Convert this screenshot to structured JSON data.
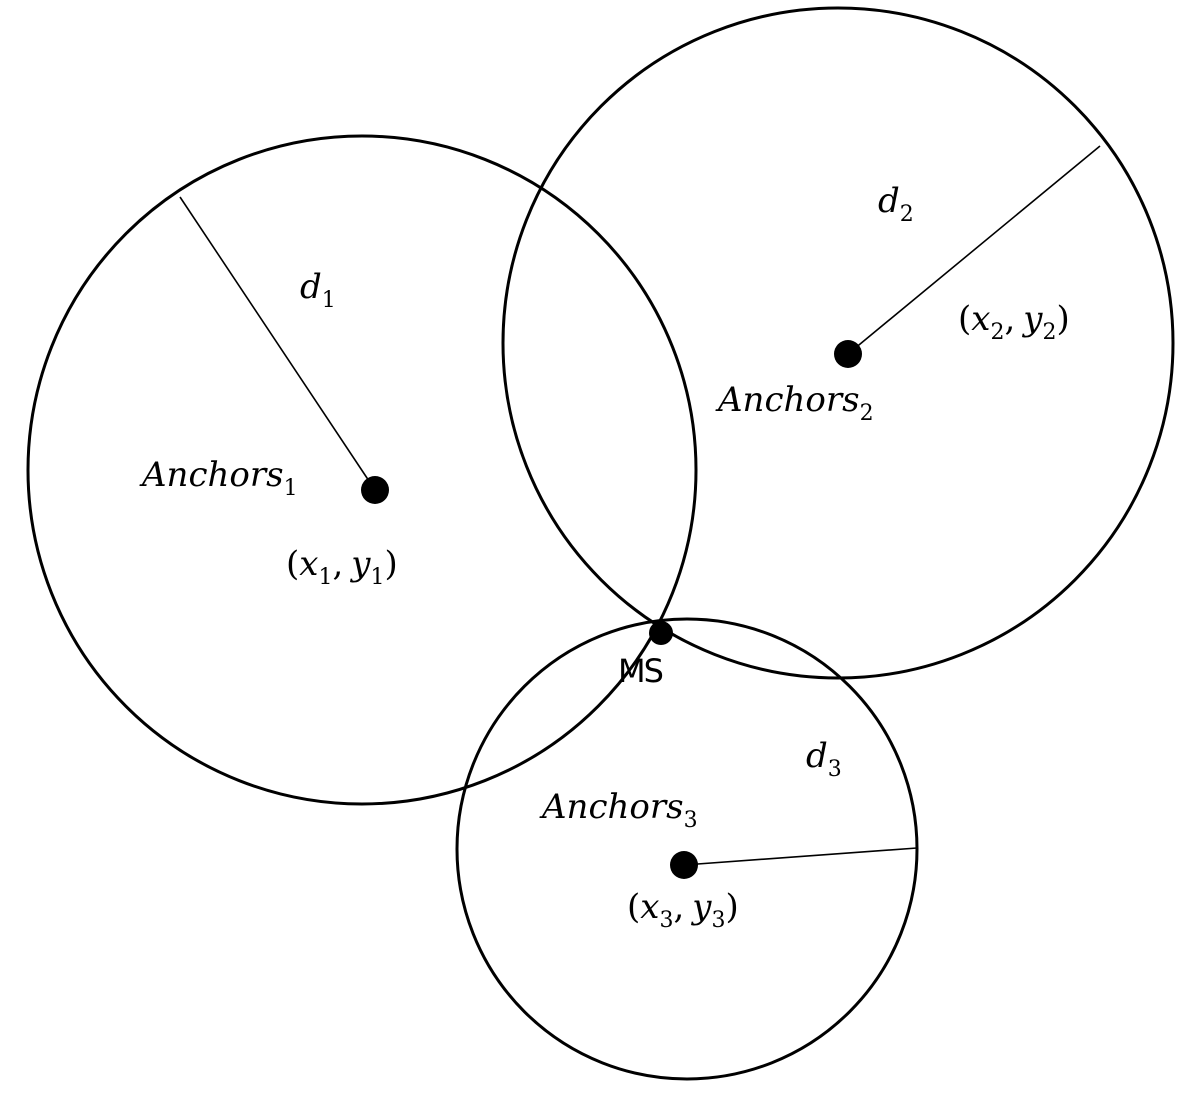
{
  "anchors": [
    {
      "name": "Anchors",
      "index": "1",
      "x_symbol": "x",
      "y_symbol": "y",
      "distance_symbol": "d",
      "distance_index": "1"
    },
    {
      "name": "Anchors",
      "index": "2",
      "x_symbol": "x",
      "y_symbol": "y",
      "distance_symbol": "d",
      "distance_index": "2"
    },
    {
      "name": "Anchors",
      "index": "3",
      "x_symbol": "x",
      "y_symbol": "y",
      "distance_symbol": "d",
      "distance_index": "3"
    }
  ],
  "mobile_station": {
    "label": "MS"
  },
  "punctuation": {
    "open": "(",
    "comma": ",",
    "close": ")"
  },
  "colors": {
    "stroke": "#000000",
    "background": "#ffffff"
  }
}
